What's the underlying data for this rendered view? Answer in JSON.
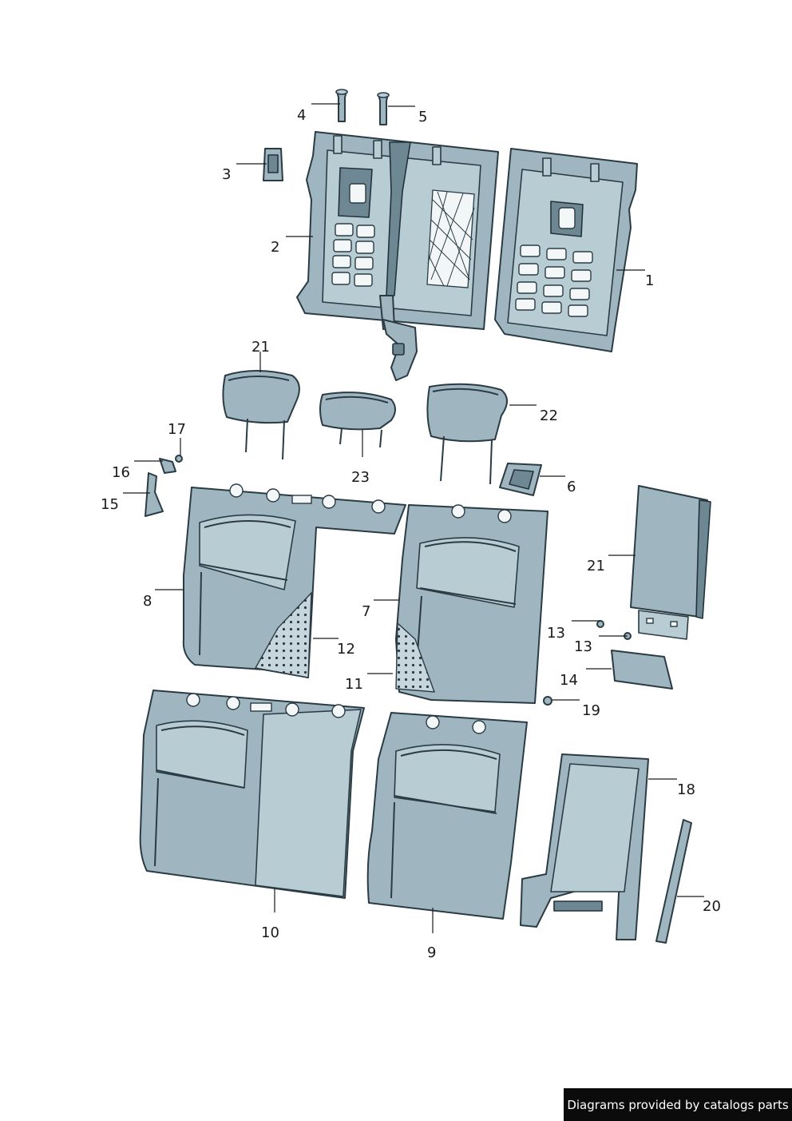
{
  "diagram": {
    "callouts": [
      "1",
      "2",
      "3",
      "4",
      "5",
      "6",
      "7",
      "8",
      "9",
      "10",
      "11",
      "12",
      "13",
      "13",
      "14",
      "15",
      "16",
      "17",
      "18",
      "19",
      "20",
      "21",
      "21",
      "22",
      "23"
    ]
  },
  "footer": {
    "credit": "Diagrams provided by catalogs parts"
  }
}
